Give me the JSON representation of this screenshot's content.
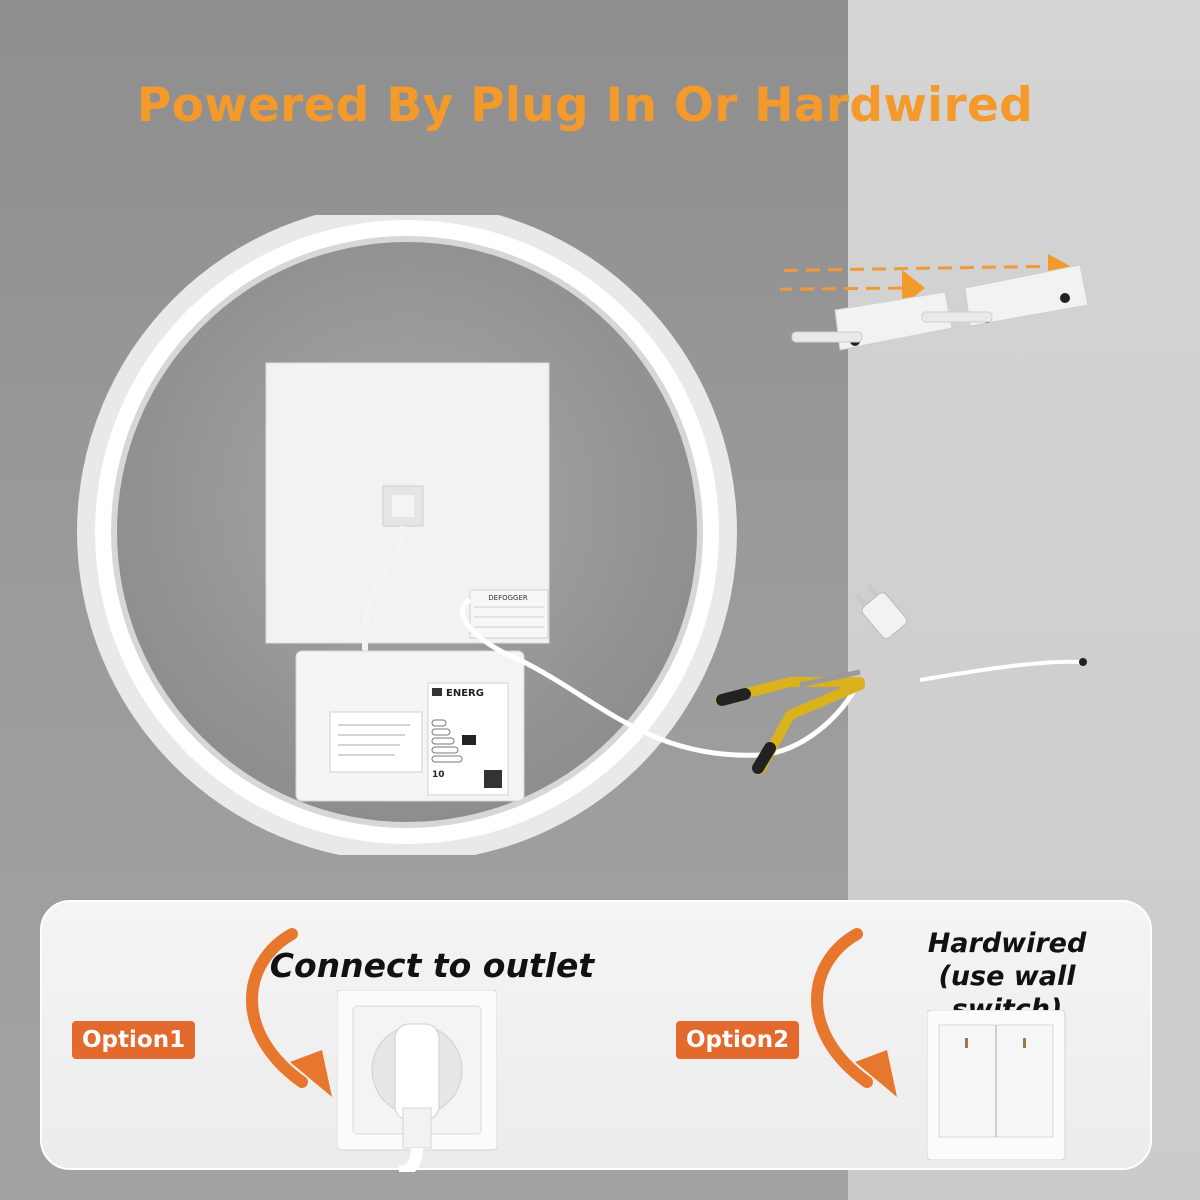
{
  "headline": "Powered By Plug In Or Hardwired",
  "mirror_box": {
    "brand": "ENERG",
    "qty": "10",
    "defogger_label": "DEFOGGER"
  },
  "options": [
    {
      "badge": "Option1",
      "title": "Connect to outlet"
    },
    {
      "badge": "Option2",
      "title_line1": "Hardwired",
      "title_line2": "(use wall switch)"
    }
  ],
  "icons": [
    "curved-arrow-icon",
    "dashed-arrow-icon",
    "plug-icon",
    "pliers-icon"
  ],
  "colors": {
    "accent_orange": "#f39a2b",
    "badge_orange": "#e4692c",
    "arrow_orange": "#e8772e"
  }
}
